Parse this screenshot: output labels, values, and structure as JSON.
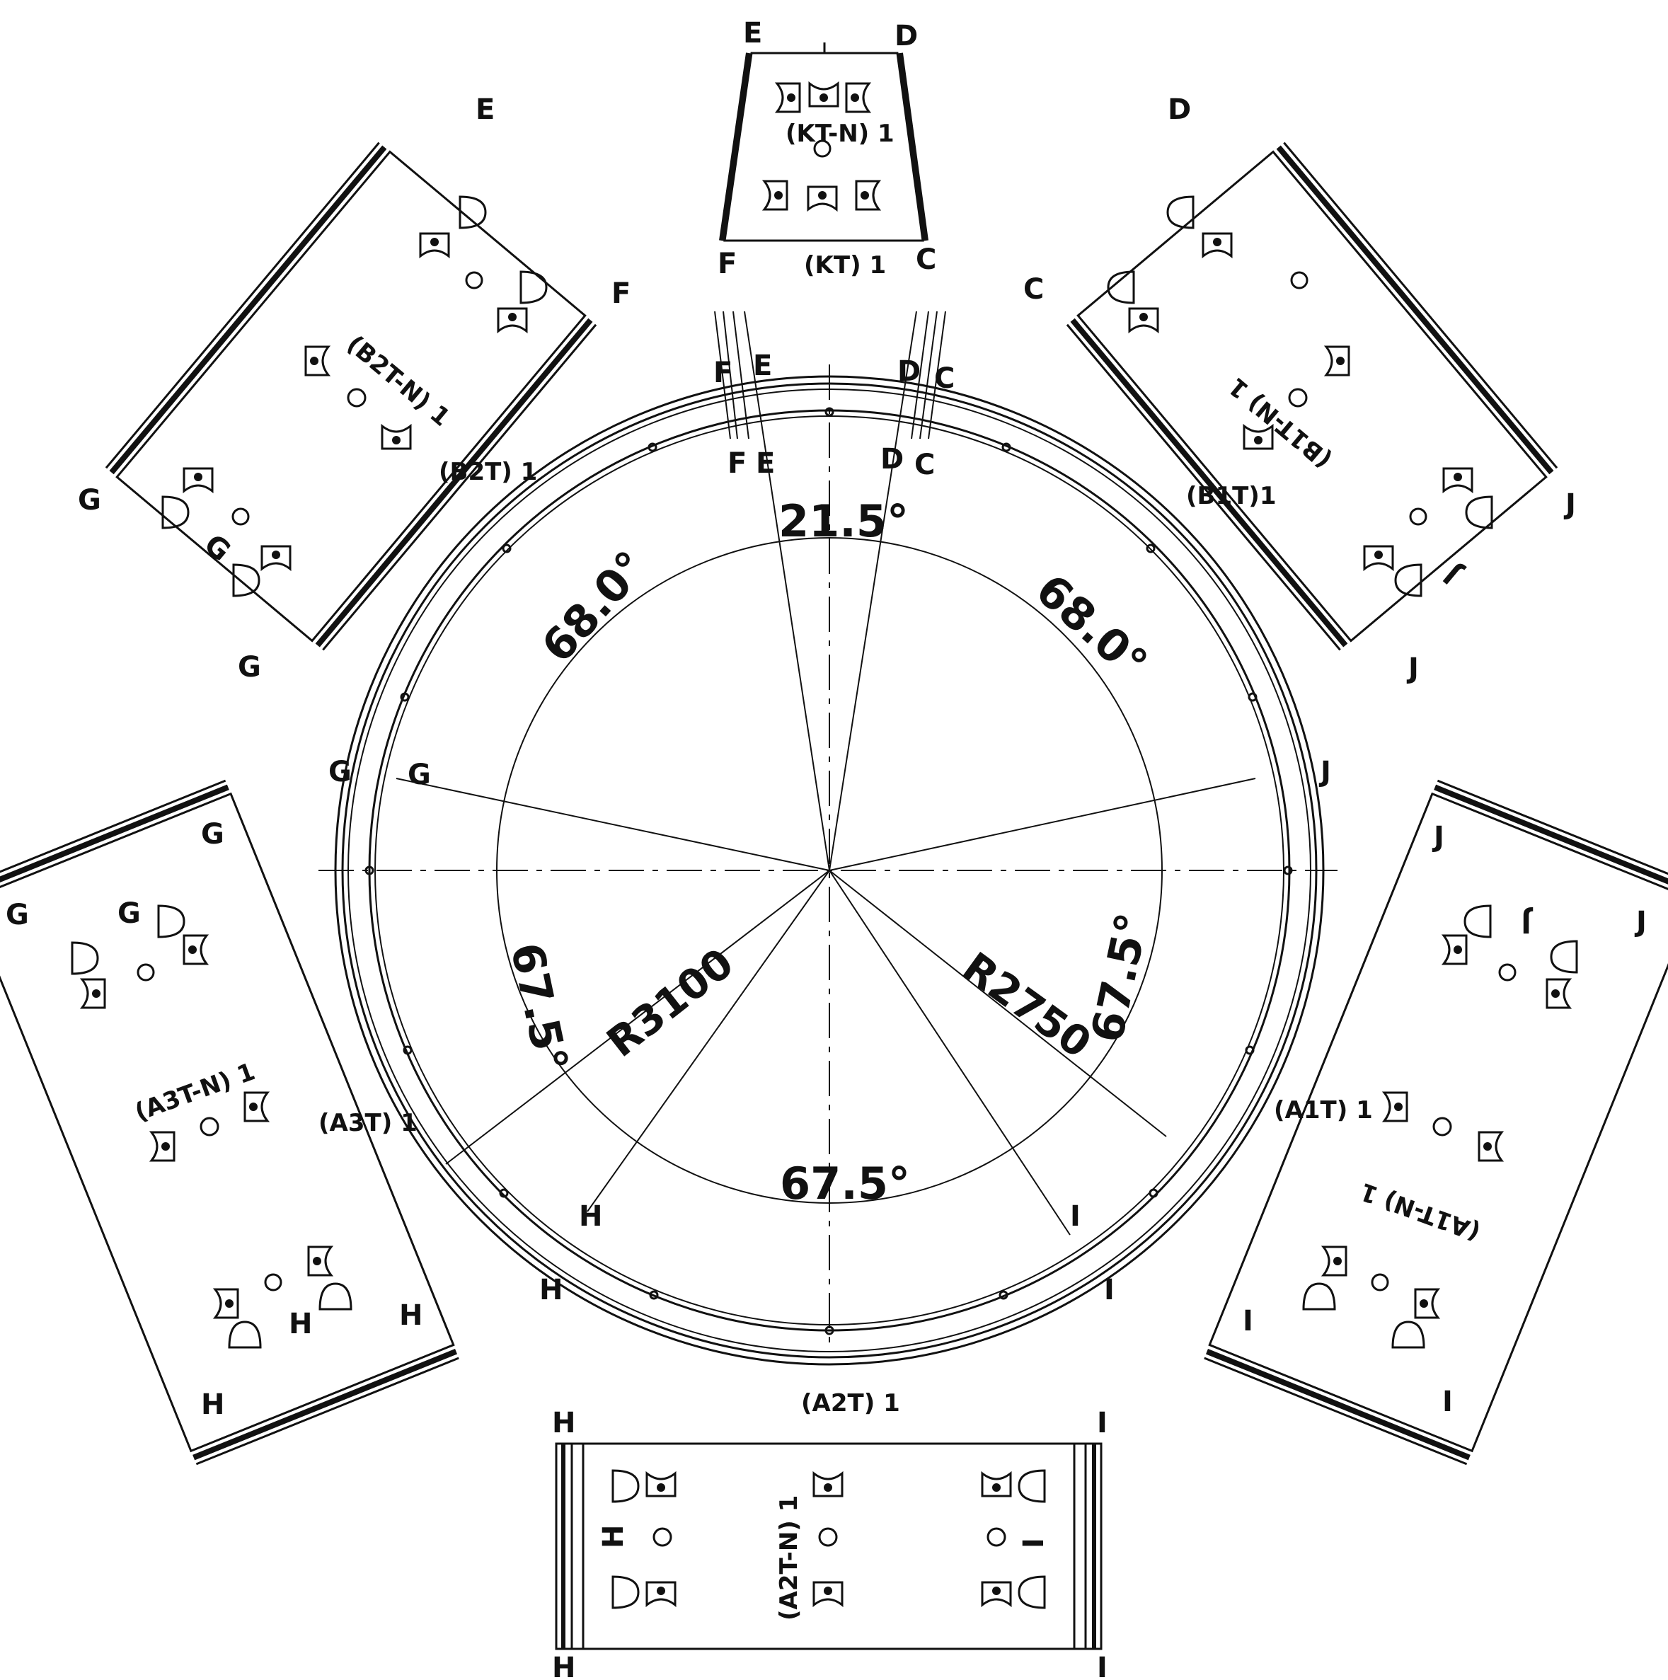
{
  "colors": {
    "ink": "#111111",
    "background": "#ffffff"
  },
  "drawing": {
    "angles": {
      "top": "21.5°",
      "upper_left": "68.0°",
      "upper_right": "68.0°",
      "lower_left": "67.5°",
      "lower_right": "67.5°",
      "bottom": "67.5°"
    },
    "radii": {
      "outer": "R3100",
      "inner": "R2750"
    },
    "circle_joints": {
      "F_outer": "F",
      "E_outer": "E",
      "D_outer": "D",
      "C_outer": "C",
      "F_inner": "F",
      "E_inner": "E",
      "D_inner": "D",
      "C_inner": "C",
      "G_outer": "G",
      "G_inner": "G",
      "J": "J",
      "H_inner": "H",
      "H_outer": "H",
      "I_inner": "I",
      "I_outer": "I"
    },
    "segments": {
      "KT": {
        "corner_tl": "E",
        "corner_tr": "D",
        "corner_bl": "F",
        "corner_br": "C",
        "inner_label": "(KT-N) 1",
        "outer_label": "(KT) 1"
      },
      "B2T": {
        "corner_a": "E",
        "corner_b": "F",
        "corner_c": "G",
        "corner_d": "G",
        "inner_label": "(B2T-N) 1",
        "outer_label": "(B2T) 1",
        "edge_letter": "G"
      },
      "B1T": {
        "corner_a": "D",
        "corner_b": "C",
        "corner_c": "J",
        "corner_d": "J",
        "inner_label": "(B1T-N) 1",
        "outer_label": "(B1T)1",
        "edge_letter": "J"
      },
      "A3T": {
        "corner_a": "G",
        "corner_b": "G",
        "corner_c": "H",
        "corner_d": "H",
        "inner_label": "(A3T-N) 1",
        "outer_label": "(A3T) 1",
        "edge_letter_top": "G",
        "edge_letter_bottom": "H"
      },
      "A1T": {
        "corner_a": "J",
        "corner_b": "J",
        "corner_c": "I",
        "corner_d": "I",
        "inner_label": "(A1T-N) 1",
        "outer_label": "(A1T) 1",
        "edge_letter": "J"
      },
      "A2T": {
        "corner_tl": "H",
        "corner_tr": "I",
        "corner_bl": "H",
        "corner_br": "I",
        "inner_label": "(A2T-N) 1",
        "outer_label": "(A2T) 1",
        "edge_letter_left": "H",
        "edge_letter_right": "I"
      }
    }
  }
}
